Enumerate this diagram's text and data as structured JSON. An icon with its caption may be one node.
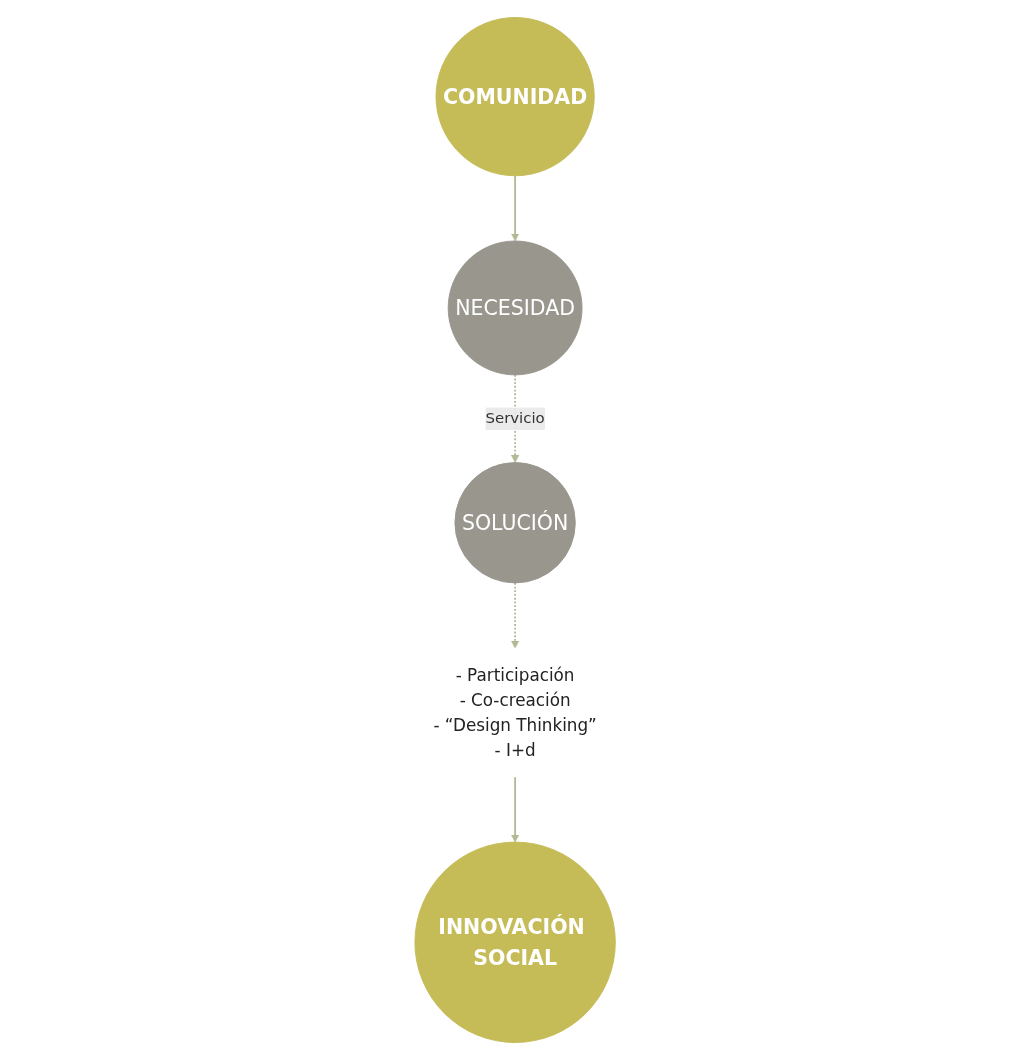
{
  "diagram": {
    "nodes": [
      {
        "text": [
          "COMUNIDAD"
        ]
      },
      {
        "text": [
          "INNOVACIÓN SOCIAL"
        ]
      },
      {
        "text": [
          "NECESIDAD"
        ]
      },
      {
        "text": [
          "- Participación",
          "- Co-creación",
          "- “Design Thinking”",
          "- I+d"
        ]
      },
      {
        "text": [
          "SOLUCIÓN"
        ]
      }
    ],
    "edges": [
      {
        "from": 0,
        "to": 2,
        "arrow": "to"
      },
      {
        "from": 2,
        "to": 4,
        "arrow": "to",
        "label": "Servicio",
        "style": "dashed"
      },
      {
        "from": 4,
        "to": 3,
        "arrow": "to",
        "style": "dashed"
      },
      {
        "from": 3,
        "to": 1,
        "arrow": "to"
      }
    ]
  }
}
